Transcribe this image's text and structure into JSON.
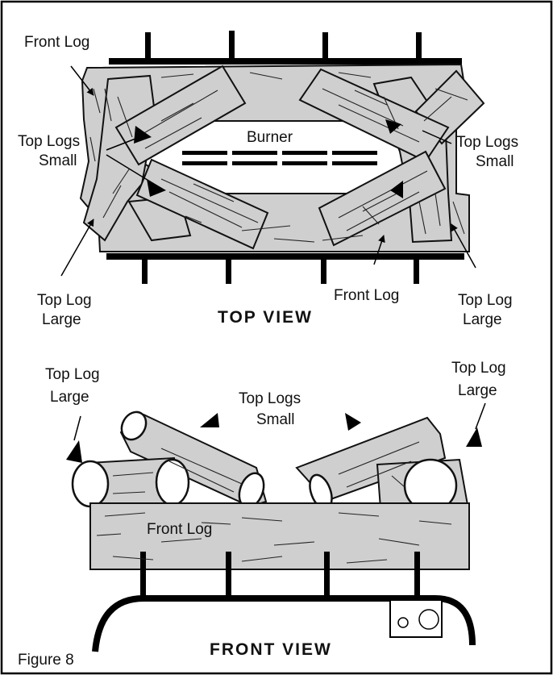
{
  "figure": {
    "caption": "Figure 8",
    "top_view": {
      "title": "TOP VIEW",
      "labels": {
        "front_log_top_left": "Front Log",
        "top_logs_small_left_line1": "Top Logs",
        "top_logs_small_left_line2": "Small",
        "burner": "Burner",
        "top_logs_small_right_line1": "Top Logs",
        "top_logs_small_right_line2": "Small",
        "top_log_large_left_line1": "Top Log",
        "top_log_large_left_line2": "Large",
        "front_log_bottom": "Front Log",
        "top_log_large_right_line1": "Top Log",
        "top_log_large_right_line2": "Large"
      }
    },
    "front_view": {
      "title": "FRONT VIEW",
      "labels": {
        "top_log_large_left_line1": "Top Log",
        "top_log_large_left_line2": "Large",
        "top_logs_small_line1": "Top Logs",
        "top_logs_small_line2": "Small",
        "top_log_large_right_line1": "Top Log",
        "top_log_large_right_line2": "Large",
        "front_log": "Front Log"
      }
    }
  }
}
